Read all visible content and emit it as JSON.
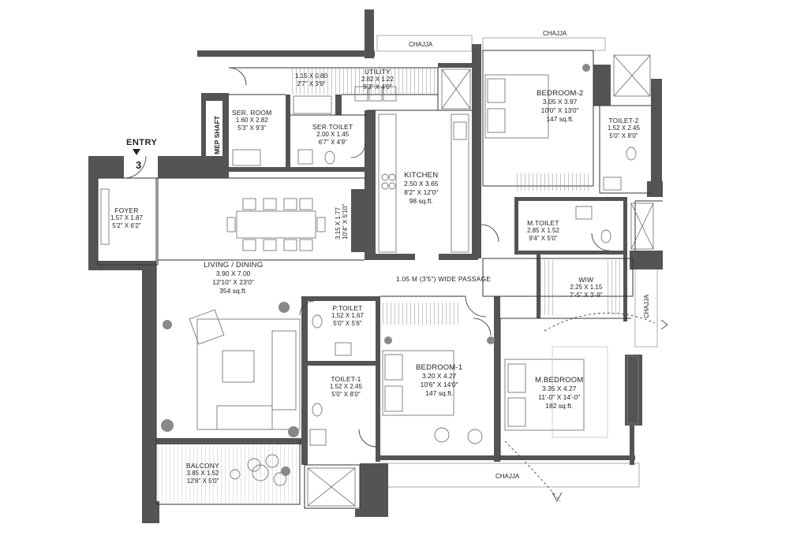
{
  "entry": {
    "label": "ENTRY",
    "number": "3"
  },
  "mep_shaft": "MEP SHAFT",
  "rooms": {
    "foyer": {
      "name": "FOYER",
      "dims": "1.57 X 1.87",
      "imperial": "5'2\" X 6'2\""
    },
    "living": {
      "name": "LIVING / DINING",
      "dims": "3.90 X 7.00",
      "imperial": "12'10\" X 23'0\"",
      "area": "354 sq.ft."
    },
    "dining_small": {
      "dims": "3.15 X 1.77",
      "imperial": "10'4\" X 5'10\""
    },
    "ser_room": {
      "name": "SER. ROOM",
      "dims": "1.60 X 2.82",
      "imperial": "5'3\" X 9'3\""
    },
    "niche": {
      "dims": "1.15 X 0.80",
      "imperial": "2'7\" X 3'9\""
    },
    "ser_toilet": {
      "name": "SER.TOILET",
      "dims": "2.00 X 1.45",
      "imperial": "6'7\" X 4'9\""
    },
    "utility": {
      "name": "UTILITY",
      "dims": "2.82 X 1.22",
      "imperial": "9'3\" X 4'0\""
    },
    "kitchen": {
      "name": "KITCHEN",
      "dims": "2.50 X 3.65",
      "imperial": "8'2\" X 12'0\"",
      "area": "98 sq.ft."
    },
    "bedroom2": {
      "name": "BEDROOM-2",
      "dims": "3.05 X 3.97",
      "imperial": "10'0\" X 13'0\"",
      "area": "147 sq.ft."
    },
    "toilet2": {
      "name": "TOILET-2",
      "dims": "1.52 X 2.45",
      "imperial": "5'0\" X 8'0\""
    },
    "m_toilet": {
      "name": "M.TOILET",
      "dims": "2.85 X 1.52",
      "imperial": "9'4\" X 5'0\""
    },
    "wiw": {
      "name": "WIW",
      "dims": "2.25 X 1.15",
      "imperial": "7'-5\" X 3'-9\""
    },
    "passage": {
      "name": "1.05 M (3'5\") WIDE PASSAGE"
    },
    "p_toilet": {
      "name": "P.TOILET",
      "dims": "1.52 X 1.67",
      "imperial": "5'0\" X 5'6\""
    },
    "toilet1": {
      "name": "TOILET-1",
      "dims": "1.52 X 2.45",
      "imperial": "5'0\" X 8'0\""
    },
    "bedroom1": {
      "name": "BEDROOM-1",
      "dims": "3.20 X 4.27",
      "imperial": "10'6\" X 14'0\"",
      "area": "147 sq.ft."
    },
    "m_bedroom": {
      "name": "M.BEDROOM",
      "dims": "3.35 X 4.27",
      "imperial": "11'-0\" X 14'-0\"",
      "area": "182 sq.ft."
    },
    "balcony": {
      "name": "BALCONY",
      "dims": "3.85 X 1.52",
      "imperial": "12'8\" X 5'0\""
    }
  },
  "chajja_labels": {
    "top_left": "CHAJJA",
    "top_right": "CHAJJA",
    "right": "CHAJJA",
    "bottom": "CHAJJA"
  },
  "colors": {
    "wall": "#545454",
    "line": "#333333",
    "furniture": "#8a8a8a",
    "hatch": "#777777"
  }
}
